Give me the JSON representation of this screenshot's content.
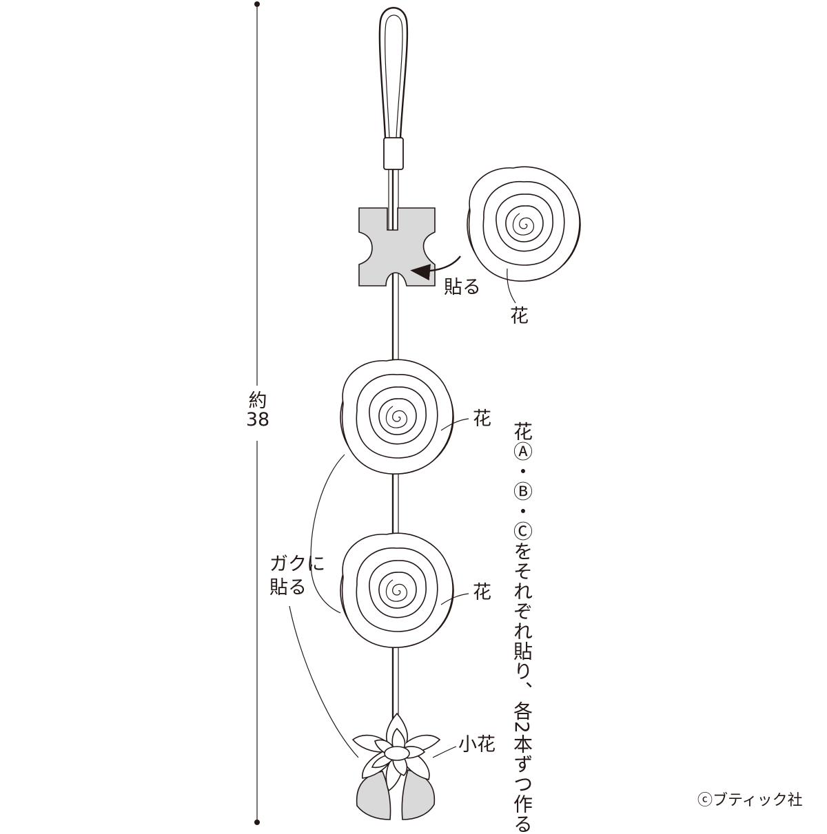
{
  "labels": {
    "attach": "貼る",
    "flower_top": "花",
    "flower_1": "花",
    "flower_2": "花",
    "small_flower": "小花",
    "calyx_line1": "ガクに",
    "calyx_line2": "貼る",
    "length_line1": "約",
    "length_line2": "38",
    "vertical_note": "花Ⓐ・Ⓑ・Ⓒをそれぞれ貼り、各2本ずつ作る",
    "copyright": "ⓒブティック社"
  },
  "icons": [
    "dimension-line",
    "hanging-loop",
    "cord-stopper",
    "calyx-piece",
    "rose-flower",
    "small-flower",
    "leaf",
    "arrow"
  ]
}
